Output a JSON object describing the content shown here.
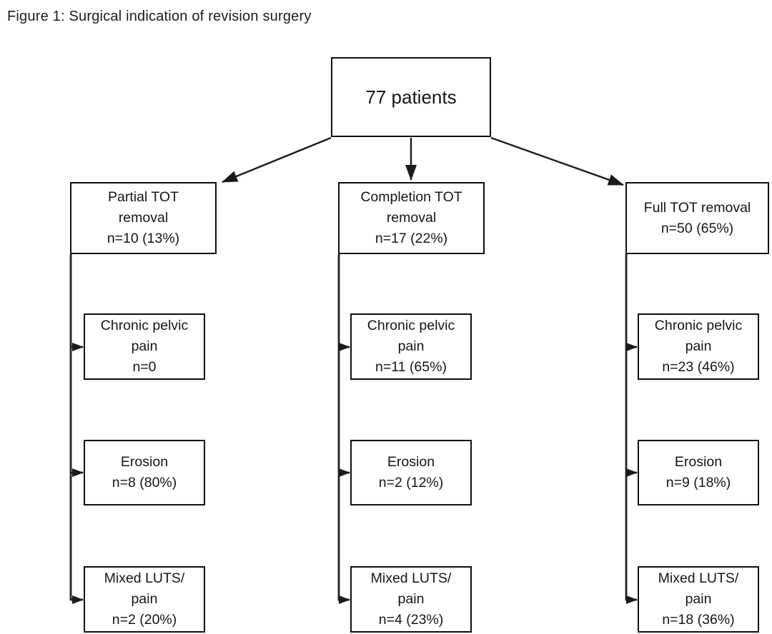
{
  "title": "Figure 1: Surgical indication of revision surgery",
  "root": {
    "label": "77 patients",
    "n": 77
  },
  "columns": [
    {
      "id": "partial-tot-removal",
      "header": "Partial TOT\nremoval\nn=10 (13%)",
      "header_n": 10,
      "header_pct": "13%",
      "children": [
        "Chronic pelvic\npain\nn=0",
        "Erosion\nn=8 (80%)",
        "Mixed LUTS/\npain\nn=2 (20%)"
      ]
    },
    {
      "id": "completion-tot-removal",
      "header": "Completion TOT\nremoval\nn=17 (22%)",
      "header_n": 17,
      "header_pct": "22%",
      "children": [
        "Chronic pelvic\npain\nn=11 (65%)",
        "Erosion\nn=2 (12%)",
        "Mixed LUTS/\npain\nn=4 (23%)"
      ]
    },
    {
      "id": "full-tot-removal",
      "header": "Full TOT removal\nn=50 (65%)",
      "header_n": 50,
      "header_pct": "65%",
      "children": [
        "Chronic pelvic\npain\nn=23 (46%)",
        "Erosion\nn=9 (18%)",
        "Mixed LUTS/\npain\nn=18 (36%)"
      ]
    }
  ],
  "colors": {
    "background": "#ffffff",
    "text": "#161616",
    "box_border": "#0f0f0f",
    "connector": "#1a1a1a"
  }
}
